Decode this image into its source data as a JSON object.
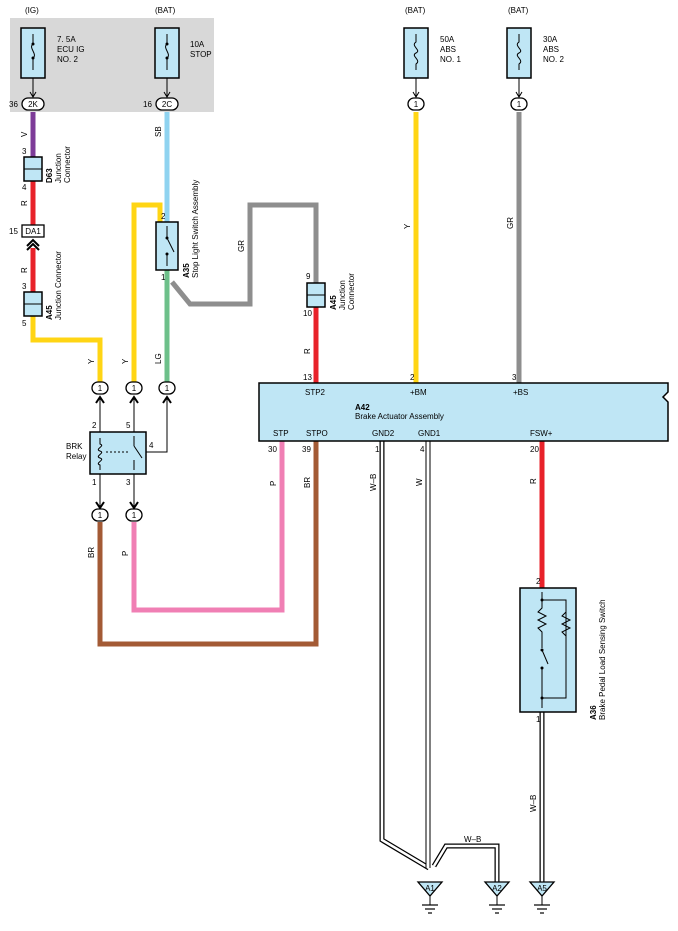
{
  "colors": {
    "violet": "#7d3c98",
    "red": "#e8222a",
    "yellow": "#ffd514",
    "sky_blue": "#8fd3f0",
    "light_green": "#6dc08a",
    "gray": "#8e8e8e",
    "pink": "#f07fb4",
    "brown": "#a35a35",
    "component_fill": "#bfe6f5",
    "supply_panel": "#d8d8d8"
  },
  "power": {
    "ig": "(IG)",
    "bat1": "(BAT)",
    "bat2": "(BAT)",
    "bat3": "(BAT)"
  },
  "fuses": {
    "ecu_ig": {
      "line1": "7. 5A",
      "line2": "ECU IG",
      "line3": "NO. 2",
      "connector": "2K",
      "pin": "36"
    },
    "stop": {
      "line1": "10A",
      "line2": "STOP",
      "connector": "2C",
      "pin": "16"
    },
    "abs1": {
      "line1": "50A",
      "line2": "ABS",
      "line3": "NO. 1",
      "connector": "1"
    },
    "abs2": {
      "line1": "30A",
      "line2": "ABS",
      "line3": "NO. 2",
      "connector": "1"
    }
  },
  "d63": {
    "code": "D63",
    "name_line1": "Junction",
    "name_line2": "Connector",
    "pin_top": "3",
    "pin_bottom": "4"
  },
  "da1": {
    "code": "DA1",
    "pin": "15"
  },
  "a45_left": {
    "code": "A45",
    "name": "Junction Connector",
    "pin_top": "3",
    "pin_bottom": "5"
  },
  "a45_right": {
    "code": "A45",
    "name_line1": "Junction",
    "name_line2": "Connector",
    "pin_top": "9",
    "pin_bottom": "10"
  },
  "a35": {
    "code": "A35",
    "name": "Stop Light Switch Assembly",
    "pin_top": "2",
    "pin_bottom": "1"
  },
  "relay": {
    "name_line1": "BRK",
    "name_line2": "Relay",
    "pin1": "1",
    "pin2": "2",
    "pin3": "3",
    "pin4": "4",
    "pin5": "5",
    "conn_in_left": "1",
    "conn_in_mid": "1",
    "conn_in_right": "1",
    "conn_out_left": "1",
    "conn_out_right": "1"
  },
  "a42": {
    "code": "A42",
    "name": "Brake Actuator Assembly",
    "stp2": "STP2",
    "bm": "+BM",
    "bs": "+BS",
    "stp": "STP",
    "stpo": "STPO",
    "gnd2": "GND2",
    "gnd1": "GND1",
    "fsw": "FSW+",
    "pin_stp2": "13",
    "pin_bm": "2",
    "pin_bs": "3",
    "pin_stp": "30",
    "pin_stpo": "39",
    "pin_gnd2": "1",
    "pin_gnd1": "4",
    "pin_fsw": "20"
  },
  "a36": {
    "code": "A36",
    "name": "Brake Pedal Load Sensing Switch",
    "pin_top": "2",
    "pin_bottom": "1"
  },
  "wire_labels": {
    "v": "V",
    "r1": "R",
    "r2": "R",
    "y1": "Y",
    "y2": "Y",
    "sb": "SB",
    "lg": "LG",
    "gr1": "GR",
    "gr2": "GR",
    "r3": "R",
    "y3": "Y",
    "br1": "BR",
    "p1": "P",
    "p2": "P",
    "br2": "BR",
    "wb1": "W–B",
    "w": "W",
    "r4": "R",
    "wb2": "W–B",
    "wb3": "W–B"
  },
  "grounds": {
    "g1": "A1",
    "g2": "A2",
    "g3": "A5"
  }
}
